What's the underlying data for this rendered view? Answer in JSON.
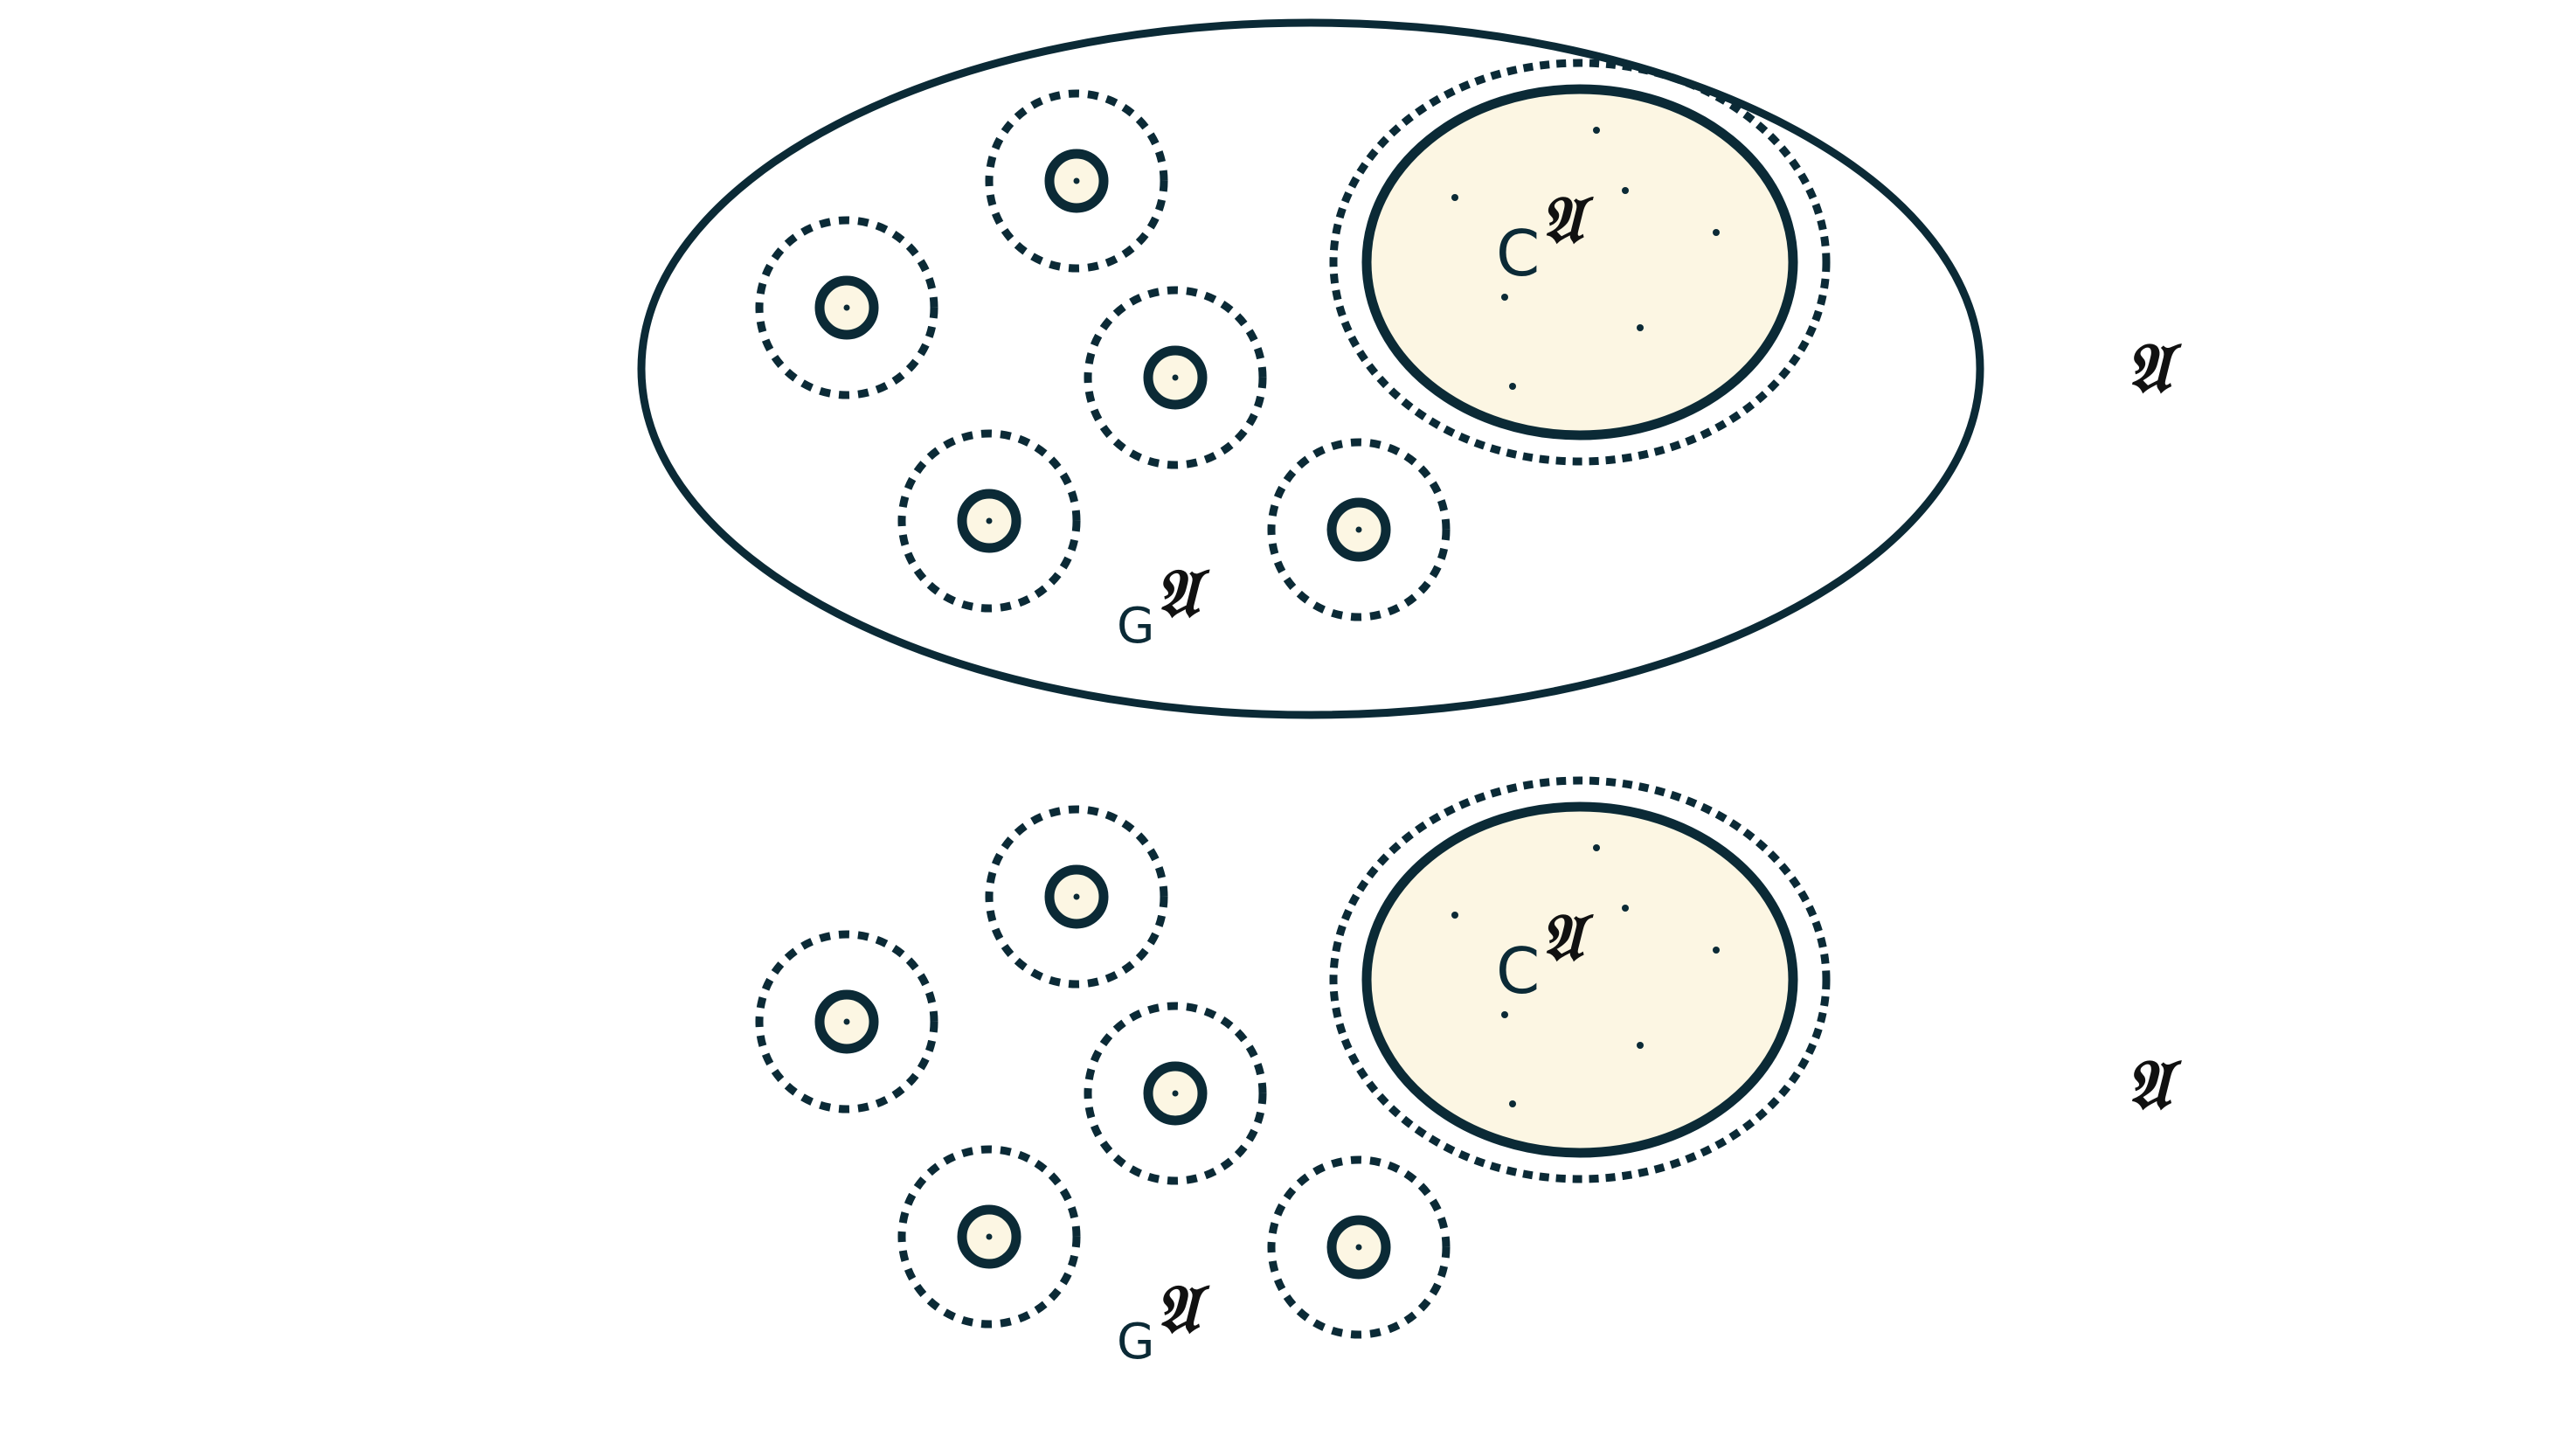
{
  "colors": {
    "stroke": "#0b2a36",
    "fill": "#fcf6e3",
    "background": "#ffffff",
    "label": "#111111"
  },
  "panels": [
    {
      "name": "top",
      "has_outer_ellipse": true,
      "total_label": "𝔄",
      "compact_label": {
        "base": "C",
        "sup": "𝔄"
      },
      "group_label": {
        "base": "G",
        "sup": "𝔄"
      }
    },
    {
      "name": "bottom",
      "has_outer_ellipse": false,
      "total_label": "𝔄",
      "compact_label": {
        "base": "C",
        "sup": "𝔄"
      },
      "group_label": {
        "base": "G",
        "sup": "𝔄"
      }
    }
  ]
}
